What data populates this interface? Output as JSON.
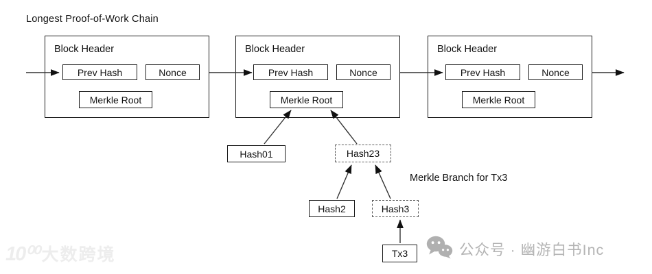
{
  "title": "Longest Proof-of-Work Chain",
  "blocks": [
    {
      "header": "Block Header",
      "prev_hash": "Prev Hash",
      "nonce": "Nonce",
      "merkle_root": "Merkle Root"
    },
    {
      "header": "Block Header",
      "prev_hash": "Prev Hash",
      "nonce": "Nonce",
      "merkle_root": "Merkle Root"
    },
    {
      "header": "Block Header",
      "prev_hash": "Prev Hash",
      "nonce": "Nonce",
      "merkle_root": "Merkle Root"
    }
  ],
  "merkle_tree": {
    "hash01": "Hash01",
    "hash23": "Hash23",
    "hash2": "Hash2",
    "hash3": "Hash3",
    "tx3": "Tx3",
    "branch_label": "Merkle Branch for Tx3"
  },
  "watermarks": {
    "left_logo": "10⁰⁰",
    "left_text": "大数跨境",
    "right_text": "公众号 · 幽游白书Inc"
  },
  "colors": {
    "line": "#333333",
    "arrowhead": "#111111",
    "solid_border": "#1a1a1a",
    "dashed_border": "#5a5a5a",
    "watermark_right_gray": "#b4b4b4",
    "watermark_left_faint": "#ededed"
  }
}
